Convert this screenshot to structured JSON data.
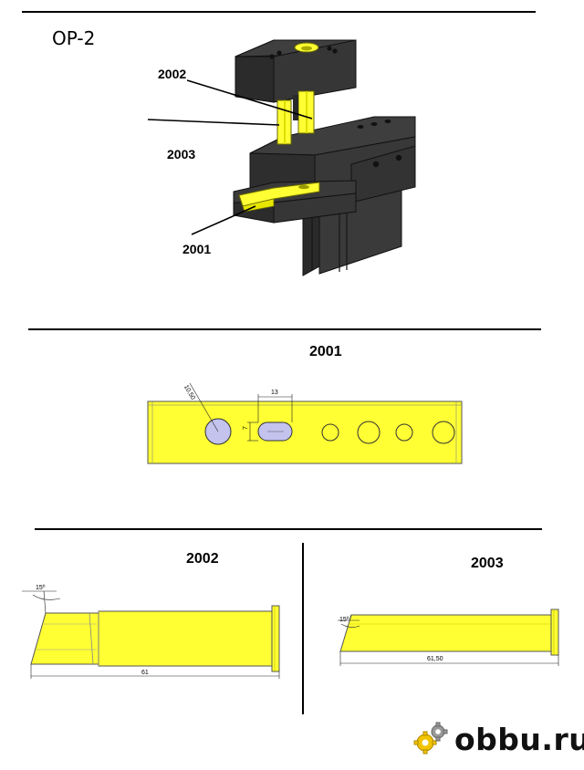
{
  "page": {
    "title": "OP-2"
  },
  "assembly": {
    "callouts": [
      {
        "id": "callout-2002",
        "label": "2002"
      },
      {
        "id": "callout-2003",
        "label": "2003"
      },
      {
        "id": "callout-2001",
        "label": "2001"
      }
    ]
  },
  "part_2001": {
    "title": "2001",
    "dims": {
      "diameter": "10,50",
      "slot_length": "13",
      "slot_width": "7"
    }
  },
  "part_2002": {
    "title": "2002",
    "dims": {
      "angle": "15º",
      "length": "61"
    }
  },
  "part_2003": {
    "title": "2003",
    "dims": {
      "angle": "15º",
      "length": "61,50"
    }
  },
  "brand": {
    "text": "obbu.ru"
  },
  "colors": {
    "part_yellow": "#ffff33",
    "body_dark": "#333333",
    "hole_blue": "#c3c3ee"
  }
}
